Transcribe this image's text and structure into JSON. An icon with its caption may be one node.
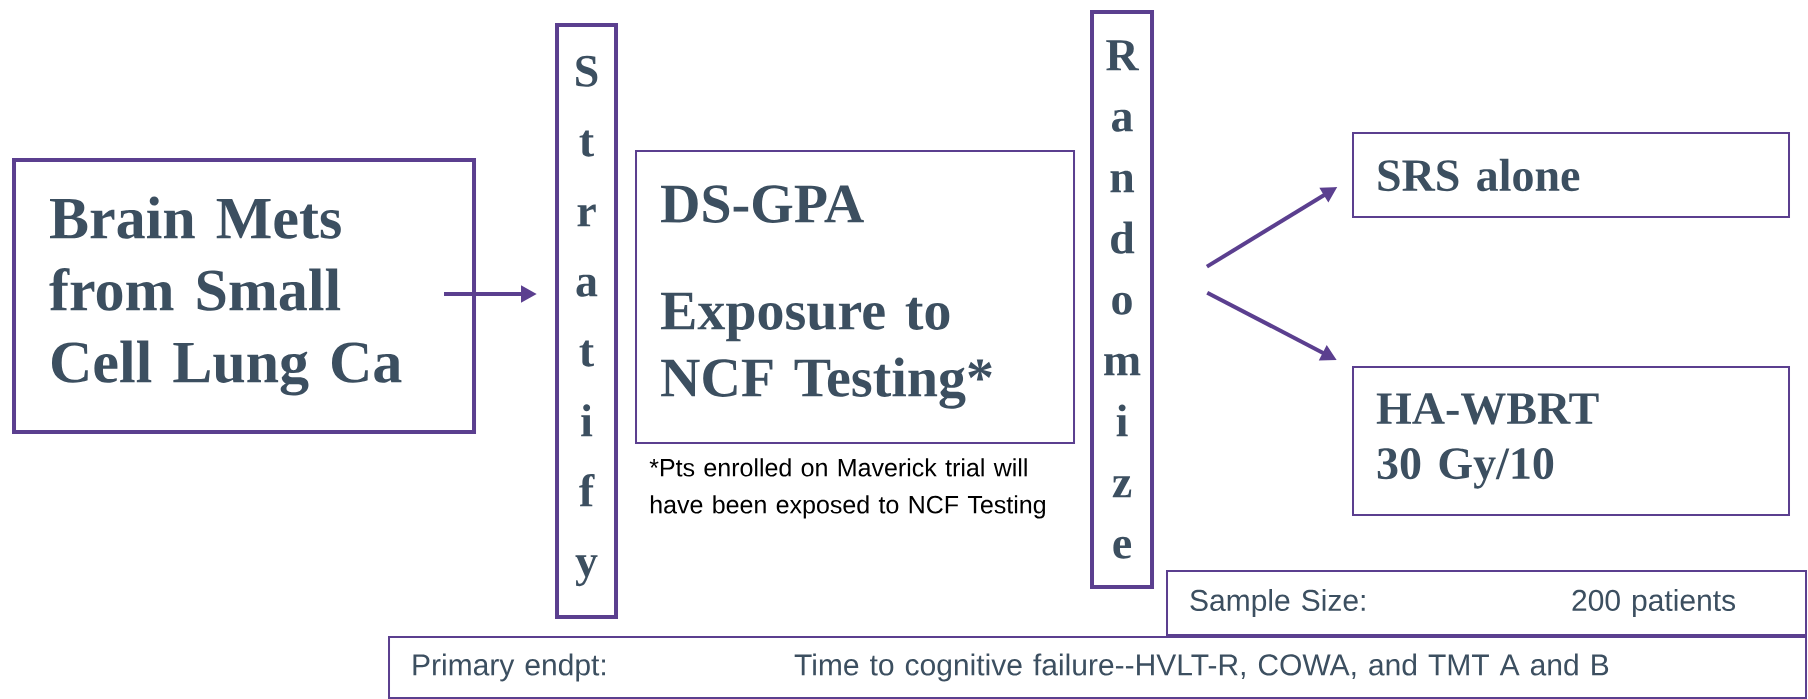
{
  "diagram": {
    "nodes": [
      {
        "text": [
          "Brain Mets from Small Cell Lung Ca"
        ]
      },
      {
        "text": [
          "Stratify"
        ]
      },
      {
        "text": [
          "DS-GPA",
          "Exposure to NCF Testing*"
        ],
        "beside": [
          "*Pts enrolled on Maverick trial will have been exposed to NCF Testing"
        ]
      },
      {
        "text": [
          "Randomize"
        ]
      },
      {
        "text": [
          "SRS alone"
        ]
      },
      {
        "text": [
          "HA-WBRT",
          "30 Gy/10"
        ]
      },
      {
        "text": [
          "Sample Size:",
          "200 patients"
        ]
      },
      {
        "text": [
          "Primary endpt:",
          "Time to cognitive failure--HVLT-R, COWA, and TMT A and B"
        ]
      }
    ],
    "edges": [
      {
        "from": 0,
        "to": 1,
        "arrow": "to"
      },
      {
        "from": 3,
        "to": 4,
        "arrow": "to"
      },
      {
        "from": 3,
        "to": 5,
        "arrow": "to"
      }
    ]
  }
}
